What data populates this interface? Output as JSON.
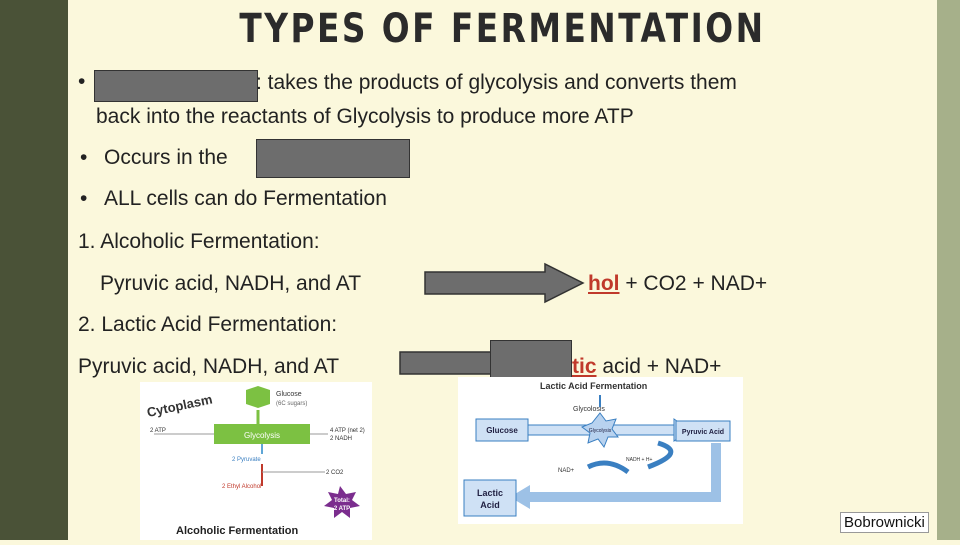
{
  "title": "TYPES OF FERMENTATION",
  "bullets": {
    "b1_suffix": ": takes the products of glycolysis and converts them",
    "b1_line2": "back into the reactants of Glycolysis to produce more ATP",
    "b2_prefix": "Occurs in the",
    "b3": "ALL cells can do Fermentation"
  },
  "alcoholic": {
    "heading": "1.   Alcoholic Fermentation:",
    "left": "Pyruvic acid, NADH, and AT",
    "red": "hol",
    "right": " + CO2 + NAD+"
  },
  "lactic": {
    "heading": "2.  Lactic Acid Fermentation:",
    "left": "Pyruvic acid, NADH, and AT",
    "red": "tic",
    "right": " acid + NAD+"
  },
  "diagram1": {
    "cytoplasm": "Cytoplasm",
    "glucose": "Glucose",
    "glucose_sub": "(6C sugars)",
    "atp_left": "2 ATP",
    "glycolysis": "Glycolysis",
    "atp_net": "4 ATP (net 2)",
    "nadh": "2 NADH",
    "pyruvate": "2 Pyruvate",
    "co2": "2 CO2",
    "ethyl": "2 Ethyl Alcohol",
    "total": "Total:",
    "total_val": "2 ATP",
    "caption": "Alcoholic Fermentation"
  },
  "diagram2": {
    "title": "Lactic Acid Fermentation",
    "glucose": "Glucose",
    "glycolosis": "Glycolosis",
    "glycolysis_small": "Glycolysis",
    "pyruvic": "Pyruvic Acid",
    "nad": "NAD+",
    "nadh": "NADH + H+",
    "lactic": "Lactic Acid"
  },
  "credit": "Bobrownicki"
}
